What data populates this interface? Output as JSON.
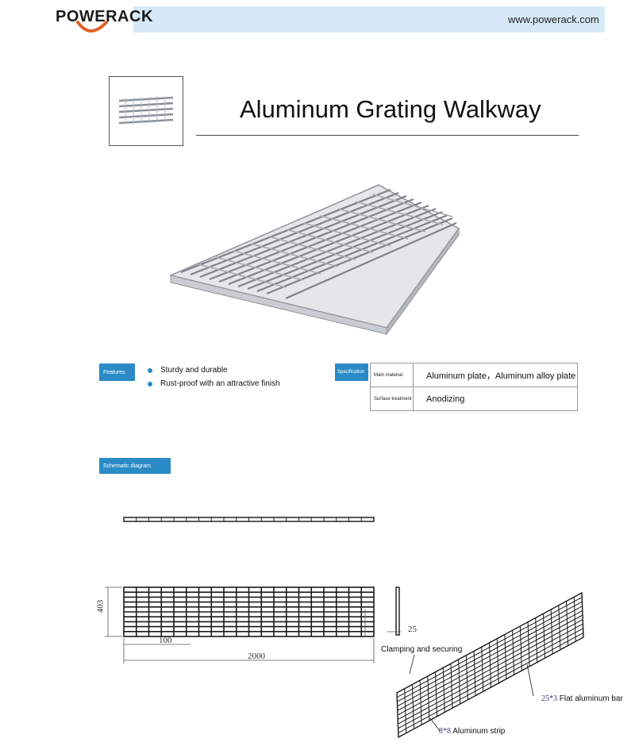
{
  "header": {
    "brand": "POWERACK",
    "url": "www.powerack.com"
  },
  "title": "Aluminum Grating Walkway",
  "features": {
    "tag": "Features",
    "items": [
      "Sturdy and durable",
      "Rust-proof with an attractive finish"
    ]
  },
  "specification": {
    "tag": "Specification",
    "rows": [
      {
        "label": "Main material",
        "value": "Aluminum plate，Aluminum alloy plate"
      },
      {
        "label": "Surface treatment",
        "value": "Anodizing"
      }
    ]
  },
  "schematic": {
    "tag": "Schematic diagram",
    "dimensions": {
      "height": "403",
      "spacing": "100",
      "length": "2000",
      "thickness": "25"
    },
    "labels": {
      "clamping": "Clamping and securing",
      "bar_dim": "25*3",
      "bar_name": "Flat aluminum bar",
      "strip_dim": "8*8",
      "strip_name": "Aluminum strip"
    }
  },
  "colors": {
    "accent": "#2b8bc6",
    "header_band": "#d7e9f8",
    "logo_swoosh": "#e0602a"
  }
}
